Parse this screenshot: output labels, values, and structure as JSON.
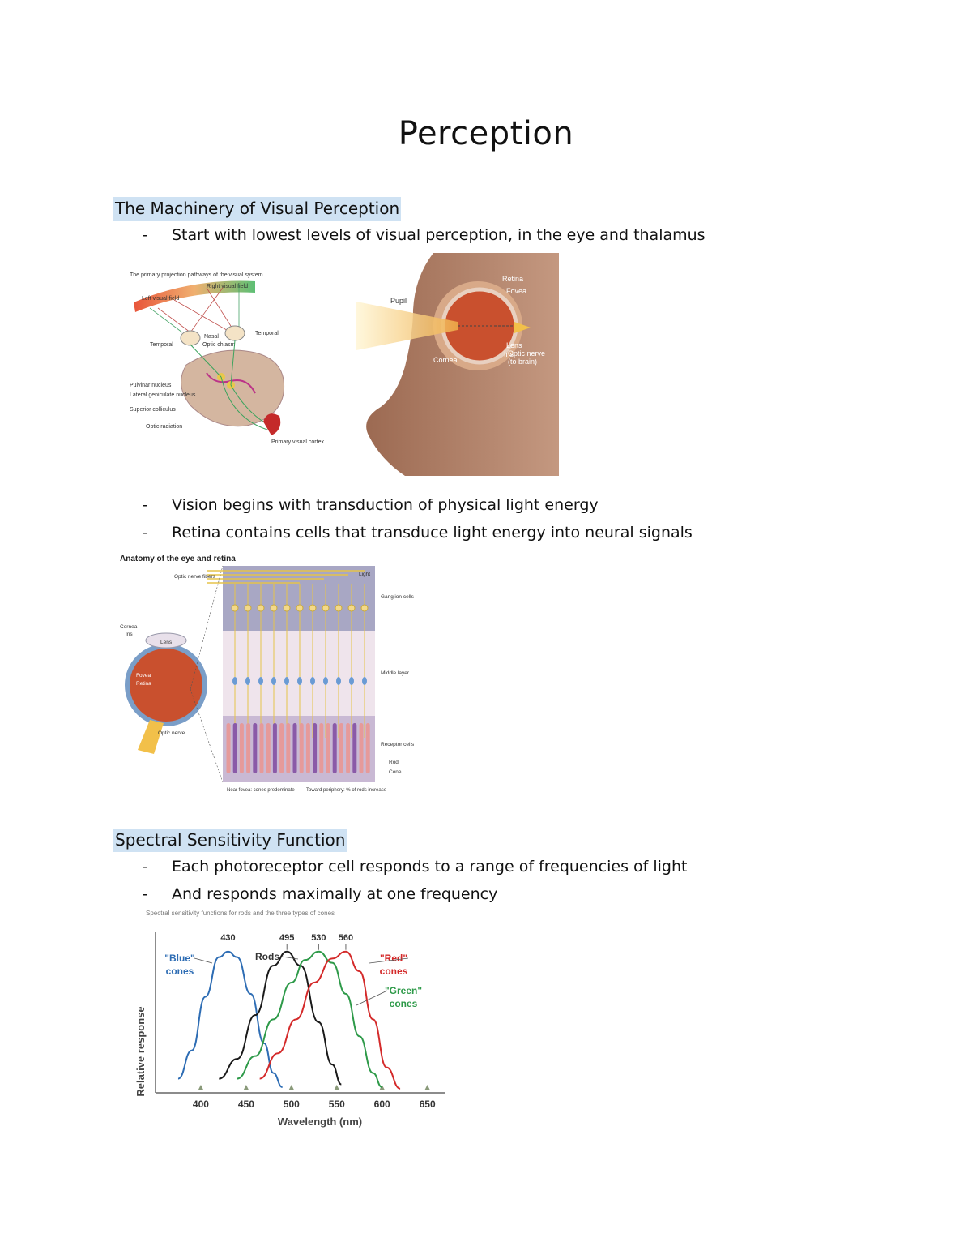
{
  "page_title": "Perception",
  "sections": {
    "machinery": {
      "heading": "The Machinery of Visual Perception",
      "bullets": [
        "Start with lowest levels of visual perception, in the eye and thalamus",
        "Vision begins with transduction of physical light energy",
        "Retina contains cells that transduce light energy into neural signals"
      ]
    },
    "spectral": {
      "heading": "Spectral Sensitivity Function",
      "bullets": [
        "Each photoreceptor cell responds to a range of frequencies of light",
        "And responds maximally at one frequency"
      ]
    }
  },
  "dash": "-",
  "figures": {
    "pathways": {
      "title": "The primary projection pathways of the visual system",
      "labels": [
        "Left visual field",
        "Right visual field",
        "Nasal",
        "Optic chiasm",
        "Temporal",
        "Temporal",
        "Pulvinar nucleus",
        "Lateral geniculate nucleus",
        "Superior colliculus",
        "Optic radiation",
        "Primary visual cortex"
      ]
    },
    "eye_face": {
      "labels": [
        "Retina",
        "Fovea",
        "Pupil",
        "Lens",
        "Iris",
        "Cornea",
        "Optic nerve",
        "(to brain)"
      ]
    },
    "retina": {
      "title": "Anatomy of the eye and retina",
      "labels": {
        "optic_fibers": "Optic nerve fibers",
        "cornea": "Cornea",
        "iris": "Iris",
        "lens": "Lens",
        "fovea": "Fovea",
        "retina": "Retina",
        "optic_nerve": "Optic nerve",
        "light": "Light",
        "ganglion": "Ganglion cells",
        "middle": "Middle layer",
        "receptor": "Receptor cells",
        "rod": "Rod",
        "cone": "Cone",
        "near_fovea": "Near fovea: cones predominate",
        "periphery": "Toward periphery: % of rods increase"
      }
    }
  },
  "chart_data": {
    "type": "line",
    "title": "Spectral sensitivity functions for rods and the three types of cones",
    "xlabel": "Wavelength (nm)",
    "ylabel": "Relative response",
    "xlim": [
      350,
      670
    ],
    "ylim": [
      0,
      1.05
    ],
    "xticks": [
      400,
      450,
      500,
      550,
      600,
      650
    ],
    "peak_labels": [
      "430",
      "495",
      "530",
      "560"
    ],
    "series": [
      {
        "name": "\"Blue\" cones",
        "label_lines": [
          "\"Blue\"",
          "cones"
        ],
        "color": "#2e6db4",
        "peak": 430,
        "x": [
          375,
          390,
          405,
          420,
          430,
          440,
          455,
          470,
          480,
          490
        ],
        "y": [
          0.1,
          0.3,
          0.68,
          0.96,
          1.0,
          0.96,
          0.7,
          0.35,
          0.14,
          0.04
        ]
      },
      {
        "name": "Rods",
        "label_lines": [
          "Rods"
        ],
        "color": "#1a1a1a",
        "peak": 495,
        "x": [
          420,
          440,
          460,
          480,
          495,
          510,
          530,
          545,
          555
        ],
        "y": [
          0.1,
          0.24,
          0.55,
          0.9,
          1.0,
          0.9,
          0.5,
          0.2,
          0.06
        ]
      },
      {
        "name": "\"Green\" cones",
        "label_lines": [
          "\"Green\"",
          "cones"
        ],
        "color": "#2e9a49",
        "peak": 530,
        "x": [
          440,
          460,
          480,
          500,
          515,
          530,
          545,
          560,
          575,
          590,
          600
        ],
        "y": [
          0.1,
          0.26,
          0.52,
          0.78,
          0.94,
          1.0,
          0.92,
          0.7,
          0.4,
          0.14,
          0.04
        ]
      },
      {
        "name": "\"Red\" cones",
        "label_lines": [
          "\"Red\"",
          "cones"
        ],
        "color": "#d42a2a",
        "peak": 560,
        "x": [
          465,
          485,
          505,
          525,
          545,
          560,
          575,
          590,
          605,
          620
        ],
        "y": [
          0.1,
          0.28,
          0.52,
          0.78,
          0.95,
          1.0,
          0.86,
          0.52,
          0.18,
          0.03
        ]
      }
    ]
  }
}
